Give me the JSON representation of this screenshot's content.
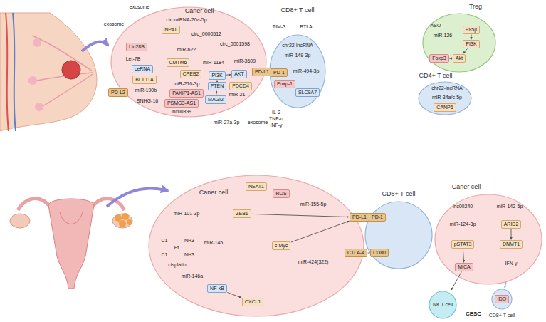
{
  "diagram": {
    "nodes": [
      {
        "text": [
          "Caner cell"
        ]
      },
      {
        "text": [
          "NPAT"
        ],
        "in": 0
      },
      {
        "text": [
          "Lin28B"
        ],
        "in": 0
      },
      {
        "text": [
          "CMTM6"
        ],
        "in": 0
      },
      {
        "text": [
          "ceRNA"
        ],
        "in": 0
      },
      {
        "text": [
          "BCL11A"
        ],
        "in": 0
      },
      {
        "text": [
          "CPEB2"
        ],
        "in": 0
      },
      {
        "text": [
          "PAXIP1-AS1"
        ],
        "in": 0
      },
      {
        "text": [
          "PSMG3-AS1"
        ],
        "in": 0
      },
      {
        "text": [
          "PI3K"
        ],
        "in": 0
      },
      {
        "text": [
          "AKT"
        ],
        "in": 0
      },
      {
        "text": [
          "PTEN"
        ],
        "in": 0
      },
      {
        "text": [
          "PDCD4"
        ],
        "in": 0
      },
      {
        "text": [
          "MAGI2"
        ],
        "in": 0
      },
      {
        "text": [
          "PD-L2"
        ],
        "in": 0
      },
      {
        "text": [
          "PD-L1"
        ],
        "in": 0
      },
      {
        "text": [
          "CD8+ T cell"
        ]
      },
      {
        "text": [
          "PD-1"
        ],
        "in": 16
      },
      {
        "text": [
          "Foxp-1"
        ],
        "in": 16
      },
      {
        "text": [
          "SLC9A7"
        ],
        "in": 16
      },
      {
        "text": [
          "Treg"
        ]
      },
      {
        "text": [
          "P85β"
        ],
        "in": 20
      },
      {
        "text": [
          "PI3K"
        ],
        "in": 20
      },
      {
        "text": [
          "Akt"
        ],
        "in": 20
      },
      {
        "text": [
          "Foxp3"
        ],
        "in": 20
      },
      {
        "text": [
          "CD4+ T cell"
        ]
      },
      {
        "text": [
          "CANP6"
        ],
        "in": 25
      },
      {
        "text": [
          "Caner cell"
        ]
      },
      {
        "text": [
          "NEAT1"
        ],
        "in": 27
      },
      {
        "text": [
          "ROS"
        ],
        "in": 27
      },
      {
        "text": [
          "ZEB1"
        ],
        "in": 27
      },
      {
        "text": [
          "c-Myc"
        ],
        "in": 27
      },
      {
        "text": [
          "NF-κB"
        ],
        "in": 27
      },
      {
        "text": [
          "CXCL1"
        ],
        "in": 27
      },
      {
        "text": [
          "PD-L1"
        ],
        "in": 27
      },
      {
        "text": [
          "CTLA-4"
        ],
        "in": 27
      },
      {
        "text": [
          "CD8+ T cell"
        ]
      },
      {
        "text": [
          "PD-1"
        ],
        "in": 36
      },
      {
        "text": [
          "CD80"
        ],
        "in": 36
      },
      {
        "text": [
          "Caner cell"
        ]
      },
      {
        "text": [
          "ARID2"
        ],
        "in": 39
      },
      {
        "text": [
          "pSTAT3"
        ],
        "in": 39
      },
      {
        "text": [
          "DNMT1"
        ],
        "in": 39
      },
      {
        "text": [
          "MICA"
        ],
        "in": 39
      },
      {
        "text": [
          "NK T cell"
        ]
      },
      {
        "text": [
          "CD8+ T cell"
        ]
      },
      {
        "text": [
          "IDO"
        ],
        "in": 45
      }
    ],
    "edges": [
      {
        "from": 9,
        "to": 10,
        "arrow": "to"
      },
      {
        "from": 11,
        "to": 9,
        "arrow": "to"
      },
      {
        "from": 13,
        "to": 11,
        "arrow": "to"
      },
      {
        "from": 15,
        "to": 17,
        "arrow": "none"
      },
      {
        "from": 21,
        "to": 22,
        "arrow": "to"
      },
      {
        "from": 22,
        "to": 23,
        "arrow": "to"
      },
      {
        "from": 23,
        "to": 24,
        "arrow": "to"
      },
      {
        "from": 30,
        "to": 34,
        "arrow": "to"
      },
      {
        "from": 31,
        "to": 34,
        "arrow": "to"
      },
      {
        "from": 34,
        "to": 37,
        "arrow": "none"
      },
      {
        "from": 35,
        "to": 38,
        "arrow": "none"
      },
      {
        "from": 32,
        "to": 33,
        "arrow": "to"
      },
      {
        "from": 40,
        "to": 42,
        "arrow": "to"
      },
      {
        "from": 41,
        "to": 43,
        "arrow": "to"
      },
      {
        "from": 43,
        "to": 44,
        "arrow": "to"
      }
    ],
    "labels": [
      "exosome",
      "circmiRNA-20a-5p",
      "circ_0000512",
      "exosome",
      "circ_0001598",
      "miR-622",
      "Let-7B",
      "miR-1184",
      "miR-3609",
      "miR-210-3p",
      "miR-190b",
      "SNHG-16",
      "miR-21",
      "lnc00899",
      "miR-27a-3p",
      "exosome",
      "TIM-3",
      "BTLA",
      "chr22-lncRNA",
      "miR-149-3p",
      "miR-494-3p",
      "IL-2",
      "TNF-α",
      "INF-γ",
      "ASO",
      "miR-126",
      "chr22-lncRNA",
      "miR-34a/c-5p",
      "miR-101-3p",
      "miR-155-5p",
      "C1",
      "C1",
      "Pt",
      "NH3",
      "NH3",
      "cisplatin",
      "miR-145",
      "miR-424(322)",
      "miR-146a",
      "lnc00240",
      "miR-142-5p",
      "miR-124-3p",
      "IFN-γ",
      "CESC"
    ]
  }
}
